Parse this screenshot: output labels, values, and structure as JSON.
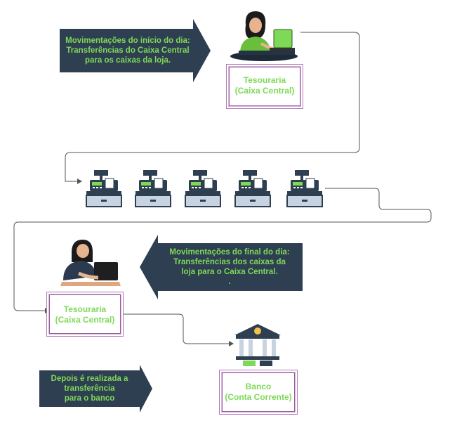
{
  "arrows": {
    "start_of_day": {
      "lines": [
        "Movimentações do início do dia:",
        "Transferências do Caixa Central",
        "para os caixas da loja."
      ]
    },
    "end_of_day": {
      "lines": [
        "Movimentações do final do dia:",
        "Transferências dos caixas da",
        "loja para o Caixa Central.",
        "."
      ]
    },
    "bank_transfer": {
      "lines": [
        "Depois é realizada a",
        "transferência",
        "para o banco"
      ]
    }
  },
  "nodes": {
    "treasury_top": {
      "line1": "Tesouraria",
      "line2": "(Caixa Central)"
    },
    "treasury_bottom": {
      "line1": "Tesouraria",
      "line2": "(Caixa Central)"
    },
    "bank": {
      "line1": "Banco",
      "line2": "(Conta Corrente)"
    }
  },
  "icons": {
    "treasurer_top": "woman-with-laptop-icon",
    "cash_registers": [
      "cash-register-icon",
      "cash-register-icon",
      "cash-register-icon",
      "cash-register-icon",
      "cash-register-icon"
    ],
    "treasurer_bottom": "woman-typing-laptop-icon",
    "bank": "bank-building-icon"
  },
  "colors": {
    "arrow_fill": "#2f3f52",
    "text_green": "#7ed957",
    "box_border": "#9a5ea0",
    "connector": "#555555"
  }
}
